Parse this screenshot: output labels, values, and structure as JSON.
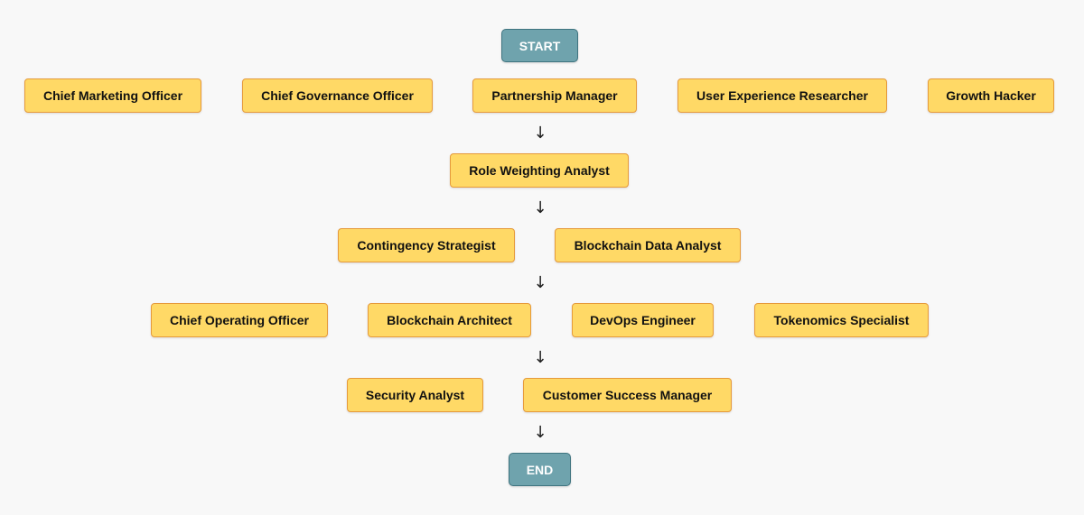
{
  "start": "START",
  "end": "END",
  "arrow": "↓",
  "levels": [
    [
      "Chief Marketing Officer",
      "Chief Governance Officer",
      "Partnership Manager",
      "User Experience Researcher",
      "Growth Hacker"
    ],
    [
      "Role Weighting Analyst"
    ],
    [
      "Contingency Strategist",
      "Blockchain Data Analyst"
    ],
    [
      "Chief Operating Officer",
      "Blockchain Architect",
      "DevOps Engineer",
      "Tokenomics Specialist"
    ],
    [
      "Security Analyst",
      "Customer Success Manager"
    ]
  ],
  "colors": {
    "terminal_fill": "#6fa3ad",
    "terminal_border": "#3f7480",
    "node_fill": "#ffd966",
    "node_border": "#e69a3b",
    "background": "#f8f8f8"
  }
}
